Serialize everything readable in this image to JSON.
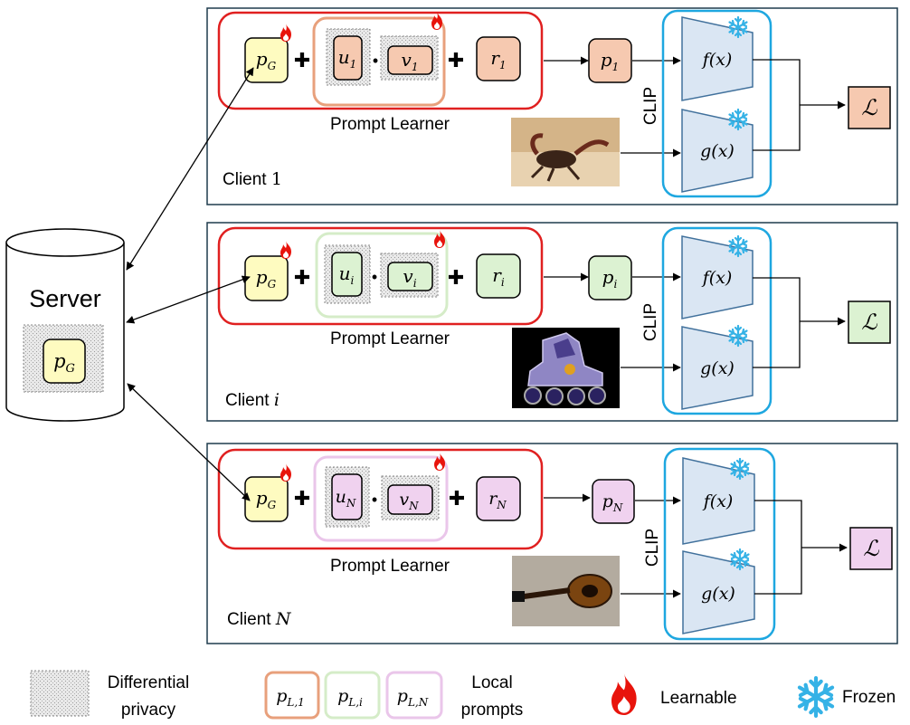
{
  "server": {
    "label": "Server",
    "prompt": {
      "base": "p",
      "sub": "G"
    }
  },
  "clients": [
    {
      "label_text": "Client ",
      "label_math": "1",
      "fill": "#f6c9b0",
      "border": "#e8a07c",
      "u": {
        "base": "u",
        "sub": "1"
      },
      "v": {
        "base": "v",
        "sub": "1"
      },
      "r": {
        "base": "r",
        "sub": "1"
      },
      "p": {
        "base": "p",
        "sub": "1"
      },
      "loss": "ℒ"
    },
    {
      "label_text": "Client ",
      "label_math": "i",
      "fill": "#dcf2d2",
      "border": "#bfe3ac",
      "u": {
        "base": "u",
        "sub": "i"
      },
      "v": {
        "base": "v",
        "sub": "i"
      },
      "r": {
        "base": "r",
        "sub": "i"
      },
      "p": {
        "base": "p",
        "sub": "i"
      },
      "loss": "ℒ"
    },
    {
      "label_text": "Client ",
      "label_math": "N",
      "fill": "#f0d2ef",
      "border": "#e2b4e0",
      "u": {
        "base": "u",
        "sub": "N"
      },
      "v": {
        "base": "v",
        "sub": "N"
      },
      "r": {
        "base": "r",
        "sub": "N"
      },
      "p": {
        "base": "p",
        "sub": "N"
      },
      "loss": "ℒ"
    }
  ],
  "shared": {
    "global_prompt": {
      "base": "p",
      "sub": "G"
    },
    "prompt_learner_label": "Prompt Learner",
    "clip_label": "CLIP",
    "text_encoder": "f(x)",
    "image_encoder": "g(x)",
    "plus": "✚",
    "dot": "•"
  },
  "legend": {
    "dp_label_line1": "Differential",
    "dp_label_line2": "privacy",
    "local_prompts": [
      {
        "base": "p",
        "sub": "L,1"
      },
      {
        "base": "p",
        "sub": "L,i"
      },
      {
        "base": "p",
        "sub": "L,N"
      }
    ],
    "local_label_line1": "Local",
    "local_label_line2": "prompts",
    "learnable_label": "Learnable",
    "frozen_label": "Frozen"
  },
  "colors": {
    "learner_border": "#e02020",
    "clip_border": "#1ea7e0",
    "encoder_fill": "#dae6f3",
    "encoder_stroke": "#41719c",
    "global_fill": "#fefbc0",
    "panel_border": "#1f3b4d",
    "flame": "#e8140c",
    "snow": "#35b2e6"
  }
}
